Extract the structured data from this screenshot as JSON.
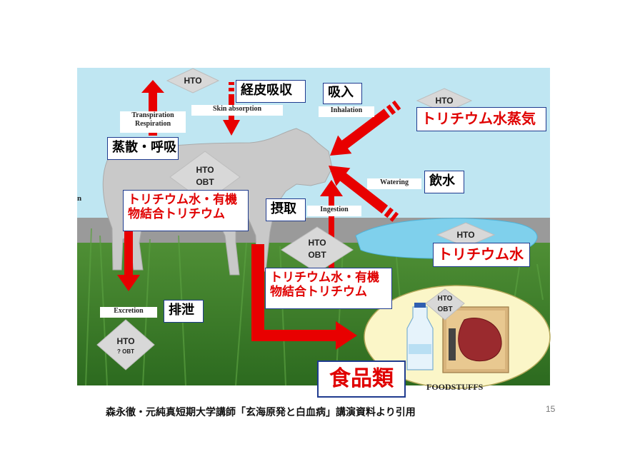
{
  "colors": {
    "sky": "#bfe6f2",
    "ground": "#9a9a9a",
    "grass": "#3b7f2a",
    "arrow_red": "#e80000",
    "diamond": "#d8d8d8",
    "cow": "#c9c9c9",
    "water": "#7fd0ec",
    "food_ellipse": "#fbf6c8",
    "box_border": "#1f3b8f",
    "japanese_red_text": "#e00000"
  },
  "labels_en": {
    "skin_absorption": "Skin absorption",
    "inhalation": "Inhalation",
    "transpiration": "Transpiration",
    "respiration": "Respiration",
    "watering": "Watering",
    "ingestion": "Ingestion",
    "excretion": "Excretion",
    "foodstuffs": "FOODSTUFFS",
    "cut_letter": "n"
  },
  "labels_jp": {
    "skin_absorption": "経皮吸収",
    "inhalation": "吸入",
    "tritium_vapor": "トリチウム水蒸気",
    "evaporation_respiration": "蒸散・呼吸",
    "drinking_water": "飲水",
    "cow_tritium_line1": "トリチウム水・有機",
    "cow_tritium_line2": "物結合トリチウム",
    "intake": "摂取",
    "tritium_water": "トリチウム水",
    "food_tritium_line1": "トリチウム水・有機",
    "food_tritium_line2": "物結合トリチウム",
    "excretion": "排泄",
    "food_category": "食品類"
  },
  "diamonds": {
    "top": "HTO",
    "upper_right": "HTO",
    "cow_line1": "HTO",
    "cow_line2": "OBT",
    "ingestion_line1": "HTO",
    "ingestion_line2": "OBT",
    "water": "HTO",
    "food_line1": "HTO",
    "food_line2": "OBT",
    "excretion_line1": "HTO",
    "excretion_line2": "? OBT"
  },
  "footer": {
    "citation": "森永徹・元純真短期大学講師「玄海原発と白血病」講演資料より引用",
    "page_number": "15"
  }
}
